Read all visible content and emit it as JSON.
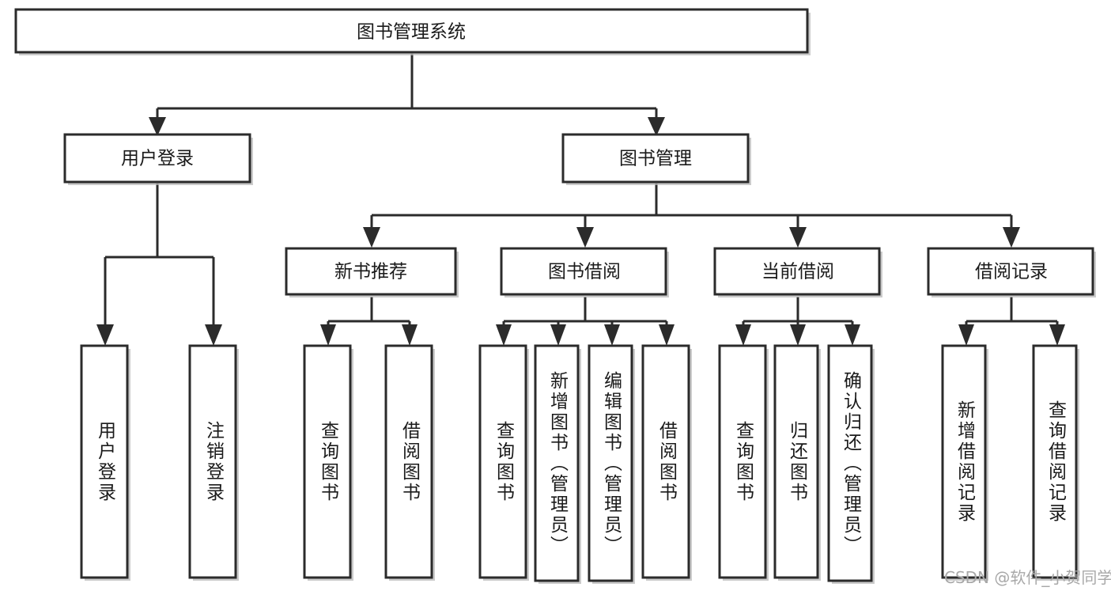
{
  "diagram": {
    "type": "tree",
    "title_node": {
      "id": "root",
      "label": "图书管理系统"
    },
    "level2": [
      {
        "id": "login",
        "label": "用户登录"
      },
      {
        "id": "bookmgmt",
        "label": "图书管理"
      }
    ],
    "level3": [
      {
        "id": "newbook",
        "label": "新书推荐",
        "parent": "bookmgmt"
      },
      {
        "id": "borrow",
        "label": "图书借阅",
        "parent": "bookmgmt"
      },
      {
        "id": "current",
        "label": "当前借阅",
        "parent": "bookmgmt"
      },
      {
        "id": "record",
        "label": "借阅记录",
        "parent": "bookmgmt"
      }
    ],
    "leaves": [
      {
        "id": "leaf1",
        "label": "用户登录",
        "parent": "login"
      },
      {
        "id": "leaf2",
        "label": "注销登录",
        "parent": "login"
      },
      {
        "id": "leaf3",
        "label": "查询图书",
        "parent": "newbook"
      },
      {
        "id": "leaf4",
        "label": "借阅图书",
        "parent": "newbook"
      },
      {
        "id": "leaf5",
        "label": "查询图书",
        "parent": "borrow"
      },
      {
        "id": "leaf6",
        "label": "新增图书（管理员）",
        "parent": "borrow"
      },
      {
        "id": "leaf7",
        "label": "编辑图书（管理员）",
        "parent": "borrow"
      },
      {
        "id": "leaf8",
        "label": "借阅图书",
        "parent": "borrow"
      },
      {
        "id": "leaf9",
        "label": "查询图书",
        "parent": "current"
      },
      {
        "id": "leaf10",
        "label": "归还图书",
        "parent": "current"
      },
      {
        "id": "leaf11",
        "label": "确认归还（管理员）",
        "parent": "current"
      },
      {
        "id": "leaf12",
        "label": "新增借阅记录",
        "parent": "record"
      },
      {
        "id": "leaf13",
        "label": "查询借阅记录",
        "parent": "record"
      }
    ]
  },
  "watermark": {
    "text": "CSDN @软件_小贺同学"
  },
  "colors": {
    "stroke": "#2b2b2b",
    "fill": "#ffffff",
    "text": "#1a1a1a",
    "watermark": "#a8a8a8",
    "background": "#ffffff"
  }
}
